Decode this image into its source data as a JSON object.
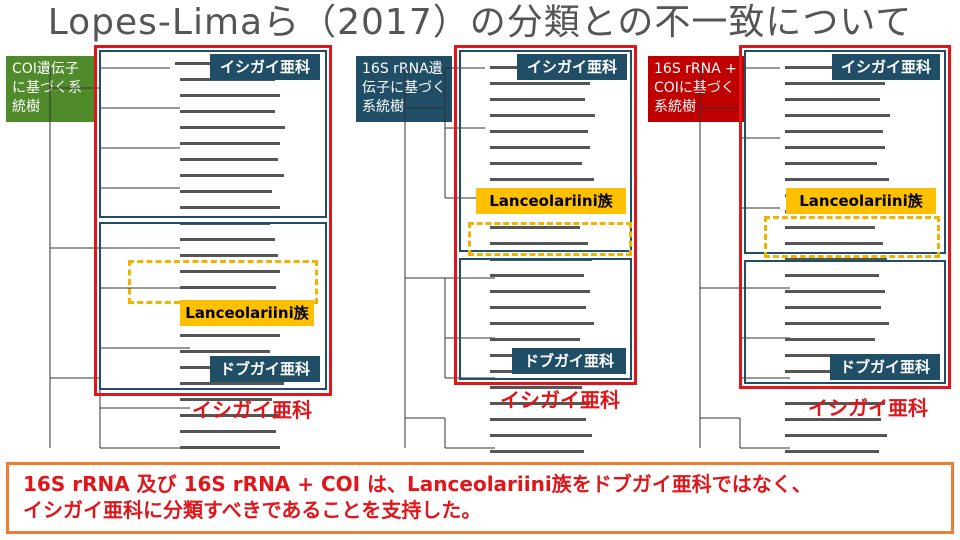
{
  "title": "Lopes-Limaら（2017）の分類との不一致について",
  "panels": [
    {
      "label": "COI遺伝子に基づく系統樹",
      "label_color": "#4f8a2b"
    },
    {
      "label": "16S rRNA遺伝子に基づく系統樹",
      "label_color": "#1f4e66"
    },
    {
      "label": "16S rRNA + COIに基づく系統樹",
      "label_color": "#c00000"
    }
  ],
  "clade_labels": {
    "ishigai": "イシガイ亜科",
    "dobugai": "ドブガイ亜科",
    "lanceolariini": "Lanceolariini族"
  },
  "red_caption": "イシガイ亜科",
  "conclusion": {
    "line1": "16S rRNA 及び 16S rRNA + COI は、Lanceolariini族をドブガイ亜科ではなく、",
    "line2": "イシガイ亜科に分類すべきであることを支持した。"
  },
  "colors": {
    "red": "#e0161b",
    "navy": "#1f4e66",
    "yellow": "#ffc000",
    "orange": "#ed7d31"
  }
}
